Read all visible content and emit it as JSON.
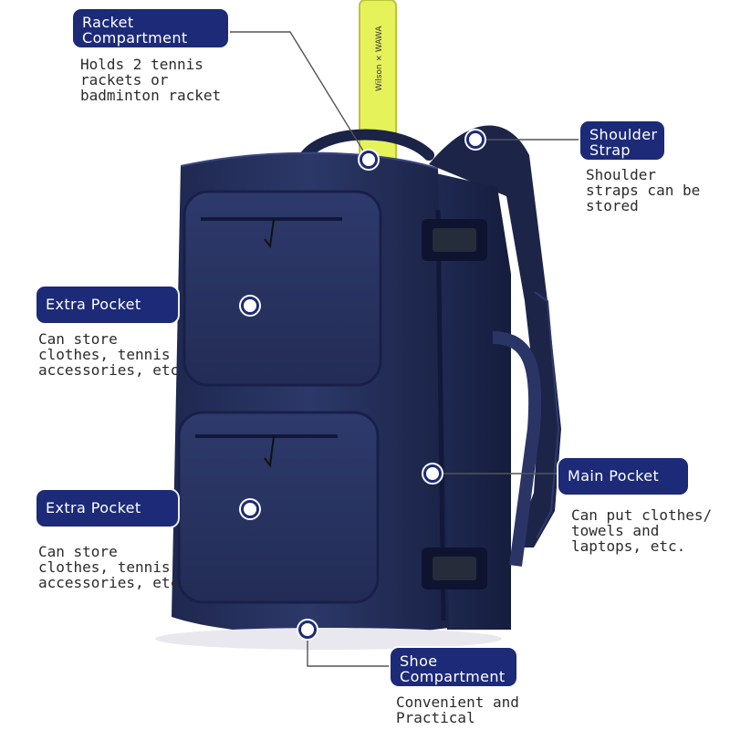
{
  "colors": {
    "label_bg": "#1c2a78",
    "label_text": "#ffffff",
    "description_text": "#2b2b2b",
    "bag_fabric": "#27325a",
    "racket_grip": "#e6f25a",
    "leader_line": "#555555"
  },
  "callouts": {
    "racket": {
      "label": "Racket\nCompartment",
      "description": "Holds 2 tennis\nrackets or\nbadminton racket"
    },
    "shoulder": {
      "label": "Shoulder\nStrap",
      "description": "Shoulder\nstraps can be\nstored"
    },
    "extra_top": {
      "label": "Extra Pocket",
      "description": "Can store\nclothes, tennis\naccessories, etc."
    },
    "main": {
      "label": "Main Pocket",
      "description": "Can put clothes/\ntowels and\nlaptops, etc."
    },
    "extra_bottom": {
      "label": "Extra Pocket",
      "description": "Can store\nclothes, tennis\naccessories, etc."
    },
    "shoe": {
      "label": "Shoe\nCompartment",
      "description": "Convenient and\nPractical"
    }
  },
  "racket_grip_text": "Wilson × WAWA"
}
